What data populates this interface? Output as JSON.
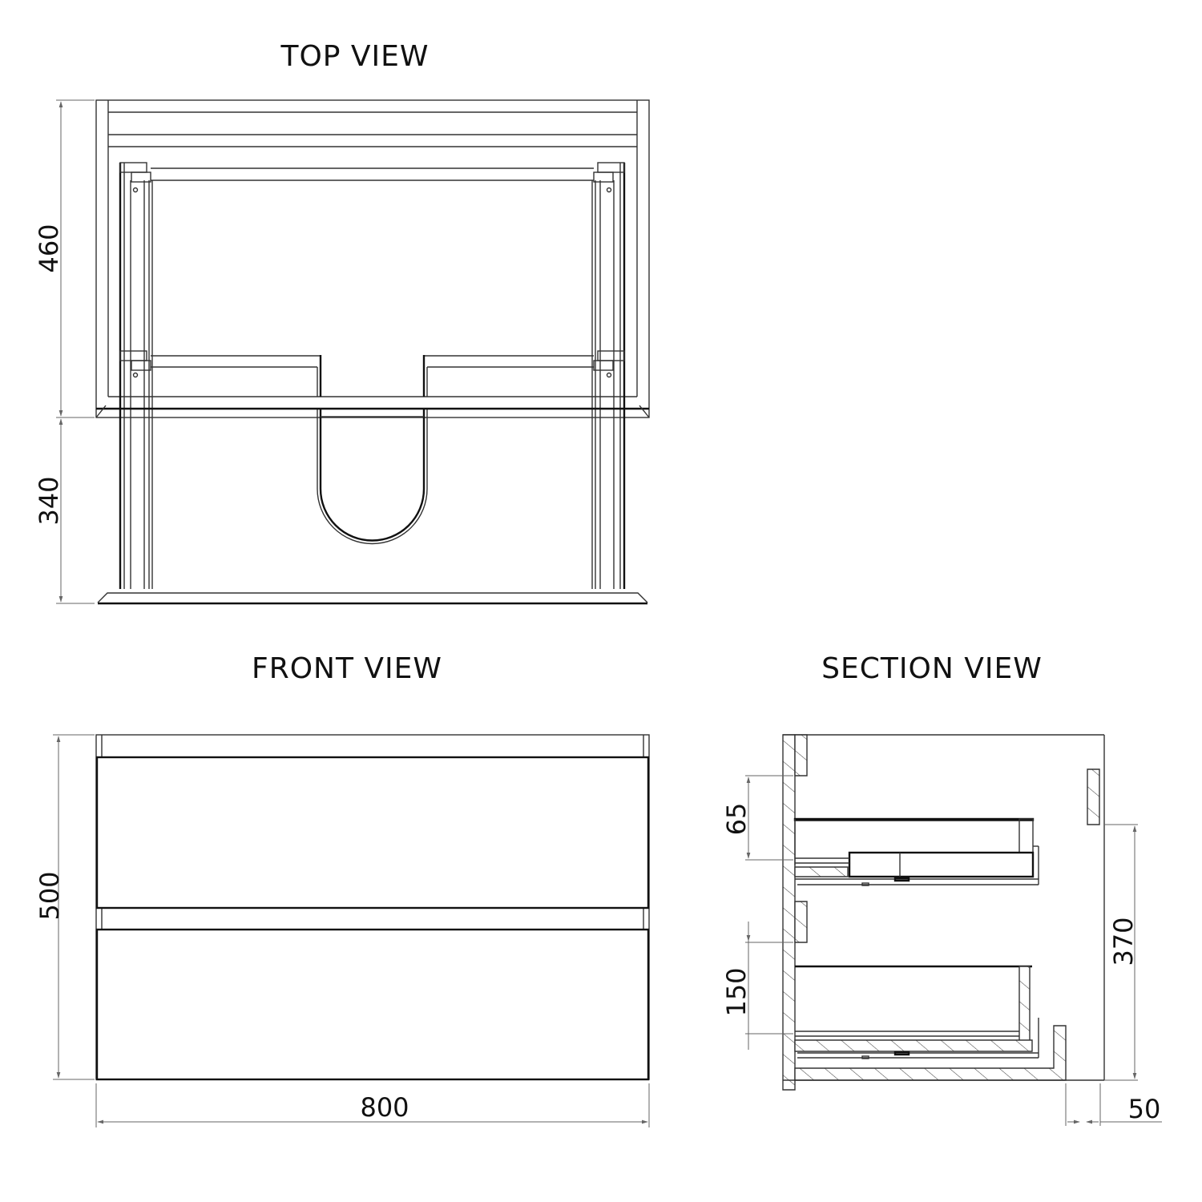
{
  "views": {
    "top": {
      "title": "TOP VIEW"
    },
    "front": {
      "title": "FRONT VIEW"
    },
    "section": {
      "title": "SECTION VIEW"
    }
  },
  "dimensions": {
    "top_depth_upper": "460",
    "top_depth_lower": "340",
    "front_height": "500",
    "front_width": "800",
    "section_top_drawer_gap": "65",
    "section_bottom_drawer_gap": "150",
    "section_inner_height": "370",
    "section_plinth_offset": "50"
  },
  "colors": {
    "line": "#333333",
    "background": "#ffffff",
    "text": "#111111"
  }
}
